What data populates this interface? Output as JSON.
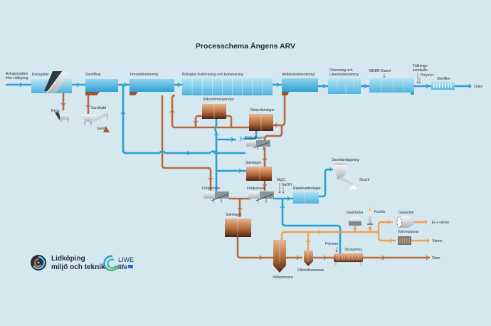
{
  "title": "Processchema Ängens ARV",
  "colors": {
    "background": "#d6e8ef",
    "water_pipe": "#2a9fd0",
    "sludge_pipe": "#b8693e",
    "gas_pipe": "#f0a050",
    "text": "#1d2b3a"
  },
  "labels": {
    "inflow": [
      "Avloppsvatten",
      "från Lidköping"
    ],
    "rensgaller": "Rensgaller",
    "rens": "Rens",
    "sandfang": "Sandfång",
    "sandtvatt": "Sandtvätt",
    "sand": "Sand",
    "forsedimentering": "Försedimentering",
    "biologisk": "Biologisk fosforrening och kväverening",
    "sidostromshydrolys": "Sidoströmshydrolys",
    "returslamlager": "Returslamlager",
    "mellansedimentering": "Mellansedimentering",
    "ozonering": [
      "Ozonering och",
      "Läkemedelsrening"
    ],
    "mbbr": "MBBR",
    "etanol": "Etanol",
    "fallningskemikalie": [
      "Fällnings-",
      "kemikalie"
    ],
    "polymer_top": "Polymer",
    "skivfilter": "Skivfilter",
    "lidan": "Lidan",
    "fortjockare_1": "Förtjockare",
    "slamlager_1": "Slamlager",
    "fortjockare_2": "Förtjockare",
    "fortjockare_3": "Förtjockare",
    "mgcl": "MgCl",
    "naoh": "NaOH",
    "rejektvattenlager": "Rejektvattenlager",
    "struvitanlaggning": "Struvitanläggning",
    "struvit": "Struvit",
    "slamlager_2": "Slamlager",
    "rotkammare": "Rötkammare",
    "efterrotkammare": "Efterrötkammare",
    "polymer_bottom": "Polymer",
    "skruvpress": "Skruvpress",
    "gasklocka": "Gasklocka",
    "fackla": "Fackla",
    "gasturbin": "Gasturbin",
    "varmepanna": "Värmepanna",
    "el_varme": "El + värme",
    "varme": "Värme",
    "slam": "Slam"
  },
  "logos": {
    "lidkoping": [
      "Lidköping",
      "miljö och teknik"
    ],
    "liwe": [
      "LIWE",
      "life"
    ]
  }
}
